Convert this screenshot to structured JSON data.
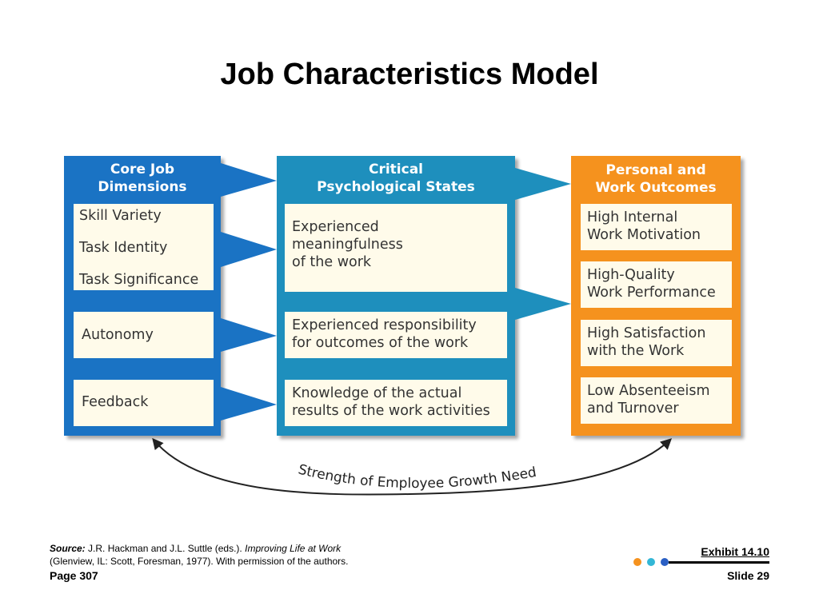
{
  "title": "Job Characteristics Model",
  "columns": {
    "core": {
      "heading": [
        "Core Job",
        "Dimensions"
      ],
      "items": [
        "Skill Variety",
        "Task Identity",
        "Task Significance"
      ],
      "autonomy": "Autonomy",
      "feedback": "Feedback"
    },
    "critical": {
      "heading": [
        "Critical",
        "Psychological States"
      ],
      "items": [
        [
          "Experienced",
          "meaningfulness",
          "of the work"
        ],
        [
          "Experienced responsibility",
          "for outcomes of the work"
        ],
        [
          "Knowledge of the actual",
          "results of the work activities"
        ]
      ]
    },
    "outcomes": {
      "heading": [
        "Personal and",
        "Work Outcomes"
      ],
      "items": [
        [
          "High Internal",
          "Work Motivation"
        ],
        [
          "High-Quality",
          "Work Performance"
        ],
        [
          "High Satisfaction",
          "with the Work"
        ],
        [
          "Low Absenteeism",
          "and Turnover"
        ]
      ]
    }
  },
  "moderator": "Strength of Employee Growth Need",
  "footer": {
    "source_label": "Source:",
    "source_text": " J.R. Hackman and J.L. Suttle (eds.). ",
    "source_title": "Improving Life at Work",
    "source_line2": "(Glenview, IL: Scott, Foresman, 1977). With permission of the authors.",
    "page": "Page 307",
    "exhibit": "Exhibit 14.10",
    "slide": "Slide 29"
  },
  "colors": {
    "core": "#1a73c4",
    "critical": "#1e8fbd",
    "outcomes": "#f5921e",
    "box_fill": "#fffbea",
    "dot_orange": "#f5921e",
    "dot_teal": "#33b7d6",
    "dot_blue": "#2a5fc4"
  }
}
